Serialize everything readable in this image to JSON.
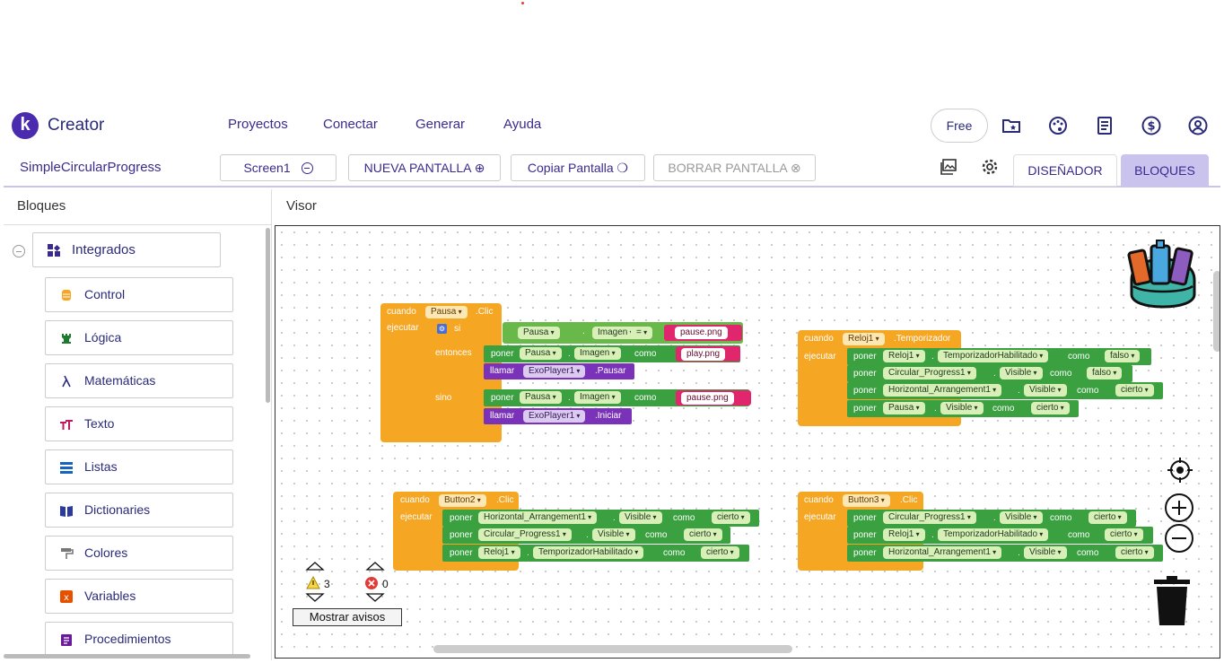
{
  "header": {
    "logo_letter": "k",
    "app_name": "Creator",
    "nav": [
      "Proyectos",
      "Conectar",
      "Generar",
      "Ayuda"
    ],
    "plan_label": "Free",
    "icons": [
      "folder-star-icon",
      "palette-icon",
      "book-icon",
      "dollar-icon",
      "account-icon"
    ]
  },
  "toolbar": {
    "project_name": "SimpleCircularProgress",
    "screen_select": "Screen1",
    "new_screen": "NUEVA PANTALLA",
    "copy_screen": "Copiar Pantalla",
    "delete_screen": "BORRAR PANTALLA",
    "designer": "DISEÑADOR",
    "blocks": "BLOQUES"
  },
  "sidebar": {
    "title": "Bloques",
    "group": "Integrados",
    "categories": [
      "Control",
      "Lógica",
      "Matemáticas",
      "Texto",
      "Listas",
      "Dictionaries",
      "Colores",
      "Variables",
      "Procedimientos"
    ]
  },
  "visor": {
    "title": "Visor",
    "warnings": "3",
    "errors": "0",
    "show_warnings": "Mostrar avisos"
  },
  "blocks": {
    "when": "cuando",
    "do": "ejecutar",
    "if": "si",
    "then": "entonces",
    "else": "sino",
    "set": "poner",
    "to": "como",
    "call": "llamar",
    "dot": ".",
    "eq": "=",
    "pausa_component": "Pausa",
    "clic_event": ".Clic",
    "imagen_prop": "Imagen",
    "pause_png": "pause.png",
    "play_png": "play.png",
    "exoplayer": "ExoPlayer1",
    "pausar": ".Pausar",
    "iniciar": ".Iniciar",
    "reloj": "Reloj1",
    "temporizador_event": ".Temporizador",
    "temp_habilitado": "TemporizadorHabilitado",
    "circular": "Circular_Progress1",
    "horizontal": "Horizontal_Arrangement1",
    "visible": "Visible",
    "falso": "falso",
    "cierto": "cierto",
    "button2": "Button2",
    "button3": "Button3"
  },
  "colors": {
    "accent": "#4a2bb0",
    "event_block": "#f5a623",
    "setter_block": "#3aa040",
    "method_block": "#7a33b8",
    "text_block": "#e0276d",
    "active_tab": "#c9c3ee"
  }
}
